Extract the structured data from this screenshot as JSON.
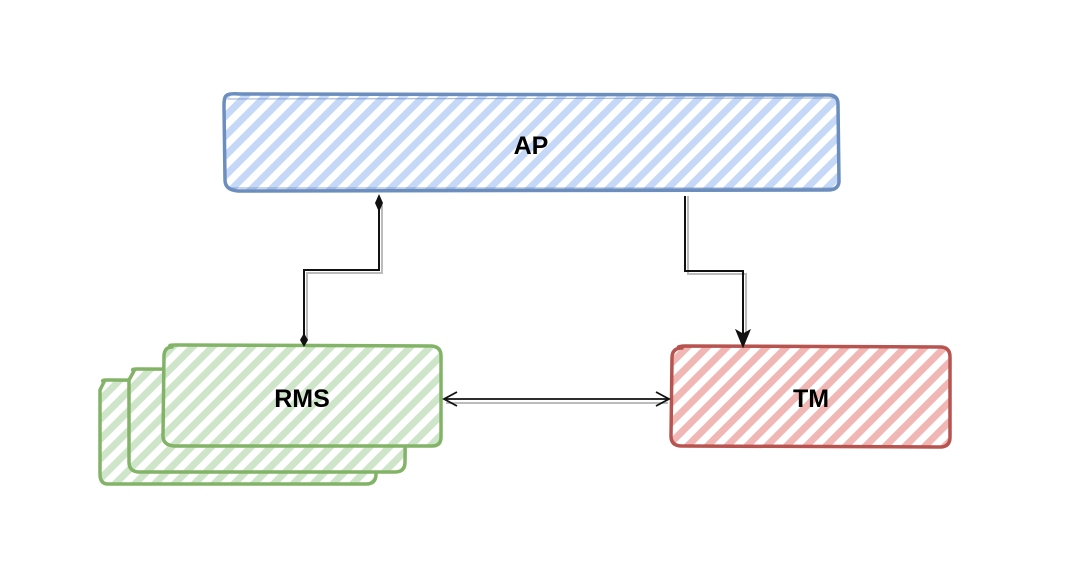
{
  "diagram": {
    "nodes": {
      "ap": {
        "label": "AP",
        "fill": "#dae8fc",
        "hatch": "#b9cff5",
        "stroke": "#6c8ebf"
      },
      "rms": {
        "label": "RMS",
        "fill": "#d5e8d4",
        "hatch": "#c3dfbd",
        "stroke": "#82b366"
      },
      "tm": {
        "label": "TM",
        "fill": "#f8cecc",
        "hatch": "#eeaaaa",
        "stroke": "#b85450"
      }
    },
    "edges": [
      {
        "from": "AP",
        "to": "RMS",
        "style": "diamond-ends"
      },
      {
        "from": "AP",
        "to": "TM",
        "style": "arrow"
      },
      {
        "from": "RMS",
        "to": "TM",
        "style": "open-arrow-both"
      }
    ]
  }
}
